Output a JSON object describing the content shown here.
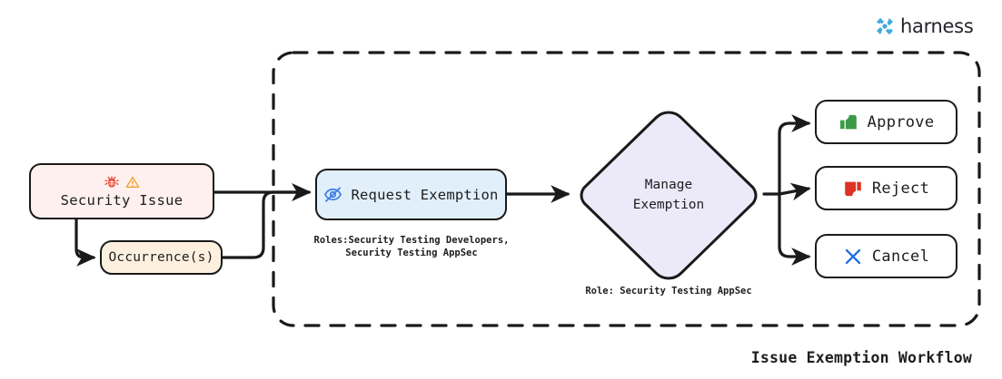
{
  "brand": {
    "name": "harness",
    "logo_icon": "harness-logo-icon",
    "logo_color": "#40a9e0",
    "text_color": "#22252a"
  },
  "diagram": {
    "caption": "Issue Exemption Workflow",
    "boundary": {
      "style": "dashed",
      "stroke_color": "#1a1a1a"
    },
    "nodes": {
      "security_issue": {
        "label": "Security Issue",
        "icons": [
          "bug-icon",
          "warning-triangle-icon"
        ],
        "fill": "#fdf0ee",
        "bug_color": "#e8422c",
        "warning_color": "#f0a030"
      },
      "occurrences": {
        "label": "Occurrence(s)",
        "fill": "#fdf0df"
      },
      "request_exemption": {
        "label": "Request Exemption",
        "icon": "eye-off-icon",
        "icon_color": "#3f7ee6",
        "fill": "#e1effa",
        "roles_note": "Roles:Security Testing Developers,\nSecurity Testing AppSec"
      },
      "manage_exemption": {
        "label_line1": "Manage",
        "label_line2": "Exemption",
        "shape": "diamond",
        "fill": "#eceaf9",
        "role_note": "Role: Security Testing AppSec"
      },
      "approve": {
        "label": "Approve",
        "icon": "thumbs-up-icon",
        "icon_color": "#3b9a46",
        "fill": "#ffffff"
      },
      "reject": {
        "label": "Reject",
        "icon": "thumbs-down-icon",
        "icon_color": "#dd3322",
        "fill": "#ffffff"
      },
      "cancel": {
        "label": "Cancel",
        "icon": "close-x-icon",
        "icon_color": "#1f6fe0",
        "fill": "#ffffff"
      }
    }
  }
}
